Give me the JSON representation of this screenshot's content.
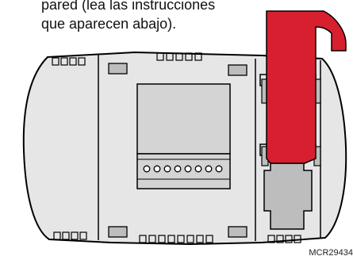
{
  "caption": {
    "lines": [
      "pared (lea las instrucciones",
      "que aparecen abajo)."
    ]
  },
  "figure_code": "MCR29434",
  "colors": {
    "wallplate_fill": "#e6e6e6",
    "wallplate_outline": "#000000",
    "slot_fill": "#bdbdbd",
    "terminal_block_fill": "#d4d4d4",
    "tab_fill": "#d71f30"
  },
  "icons": {
    "terminal_screw": "circle-outline"
  }
}
